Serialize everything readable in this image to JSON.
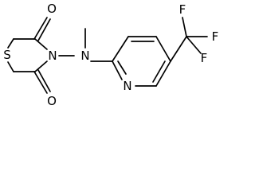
{
  "atoms": {
    "oxygen_top": "O",
    "oxygen_bottom": "O",
    "nitrogen_imide": "N",
    "nitrogen_amine": "N",
    "sulfur": "S",
    "nitrogen_pyridine": "N",
    "fluorine_top": "F",
    "fluorine_right": "F",
    "fluorine_bottom": "F"
  }
}
